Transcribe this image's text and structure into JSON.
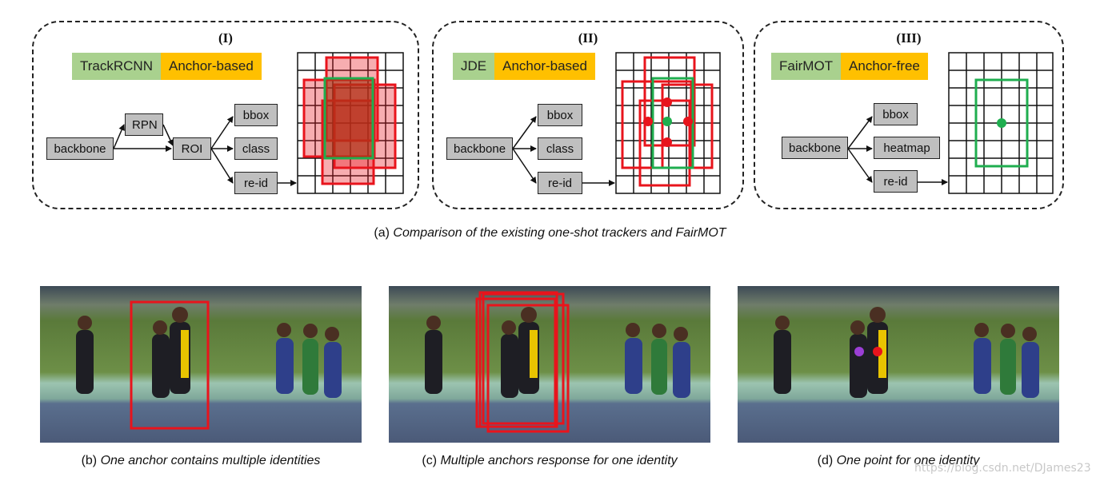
{
  "panels": [
    {
      "roman": "(I)",
      "tag_left": "TrackRCNN",
      "tag_right": "Anchor-based",
      "nodes": {
        "backbone": "backbone",
        "rpn": "RPN",
        "roi": "ROI",
        "bbox": "bbox",
        "class": "class",
        "reid": "re-id"
      }
    },
    {
      "roman": "(II)",
      "tag_left": "JDE",
      "tag_right": "Anchor-based",
      "nodes": {
        "backbone": "backbone",
        "bbox": "bbox",
        "class": "class",
        "reid": "re-id"
      }
    },
    {
      "roman": "(III)",
      "tag_left": "FairMOT",
      "tag_right": "Anchor-free",
      "nodes": {
        "backbone": "backbone",
        "bbox": "bbox",
        "heatmap": "heatmap",
        "reid": "re-id"
      }
    }
  ],
  "caption_top": {
    "prefix": "(a) ",
    "text": "Comparison of the existing one-shot trackers and FairMOT"
  },
  "captions": [
    {
      "prefix": "(b) ",
      "text": "One anchor contains multiple identities"
    },
    {
      "prefix": "(c) ",
      "text": "Multiple anchors response for one identity"
    },
    {
      "prefix": "(d) ",
      "text": "One point for one identity"
    }
  ],
  "watermark": "https://blog.csdn.net/DJames23",
  "colors": {
    "green_tag": "#a9d18e",
    "yellow_tag": "#ffc000",
    "box_red": "#e8141c",
    "box_green": "#1fae4f",
    "node_gray": "#bfbfbf"
  }
}
